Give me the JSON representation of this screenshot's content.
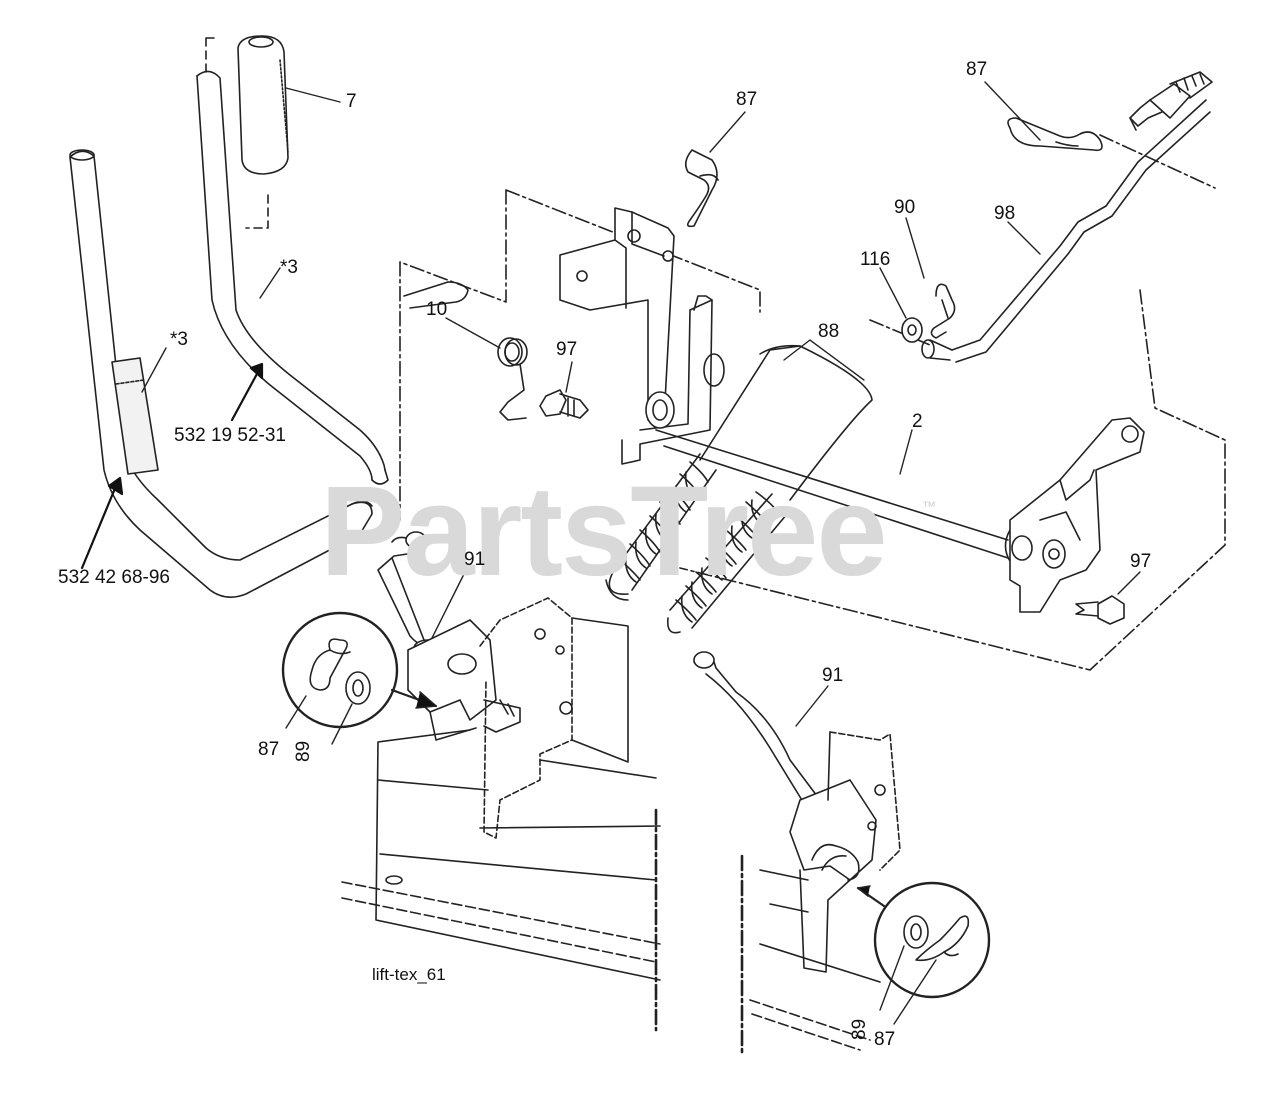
{
  "watermark": {
    "text": "PartsTree",
    "trademark": "™"
  },
  "drawing_id": "lift-tex_61",
  "part_numbers": {
    "handle_upper": "532 19 52-31",
    "handle_lower": "532 42 68-96"
  },
  "callouts": {
    "grip": "7",
    "lever_upper": "*3",
    "lever_lower": "*3",
    "hairpin_top": "87",
    "hairpin_right": "87",
    "spring_bracket": "10",
    "bolt_left": "97",
    "bolt_right": "97",
    "springs": "88",
    "clip_90": "90",
    "washer_116": "116",
    "rod_98": "98",
    "shaft_2": "2",
    "link_left": "91",
    "link_right": "91",
    "detail_left_pin": "87",
    "detail_left_washer": "89",
    "detail_right_washer": "89",
    "detail_right_pin": "87"
  }
}
